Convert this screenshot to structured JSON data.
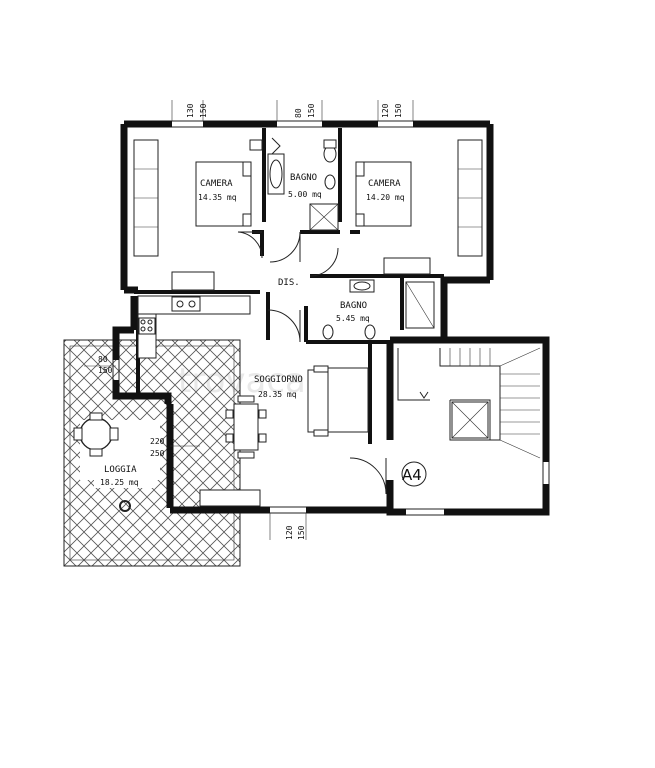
{
  "rooms": {
    "camera_left": {
      "name": "CAMERA",
      "area": "14.35 mq"
    },
    "bagno_top": {
      "name": "BAGNO",
      "area": "5.00 mq"
    },
    "camera_right": {
      "name": "CAMERA",
      "area": "14.20 mq"
    },
    "dis": {
      "name": "DIS."
    },
    "bagno_mid": {
      "name": "BAGNO",
      "area": "5.45 mq"
    },
    "soggiorno": {
      "name": "SOGGIORNO",
      "area": "28.35 mq"
    },
    "loggia": {
      "name": "LOGGIA",
      "area": "18.25 mq"
    }
  },
  "dimensions": {
    "top_left": [
      "130",
      "150"
    ],
    "top_mid": [
      "80",
      "150"
    ],
    "top_right": [
      "120",
      "150"
    ],
    "loggia_window": [
      "80",
      "150"
    ],
    "living_window": [
      "220",
      "250"
    ],
    "bottom_window": [
      "120",
      "150"
    ]
  },
  "unit_label": "A4",
  "watermark": "trovacasa"
}
